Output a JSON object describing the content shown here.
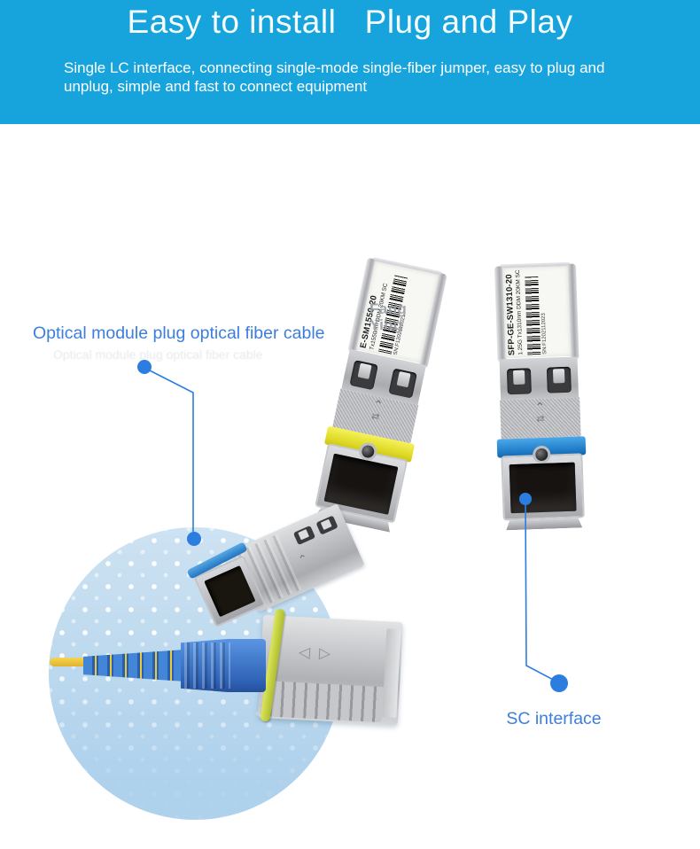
{
  "header": {
    "title": "Easy to install   Plug and Play",
    "subtitle": "Single LC interface, connecting single-mode single-fiber jumper, easy to plug and unplug, simple and fast to connect equipment",
    "background_color": "#17a3dc",
    "text_color": "#ffffff"
  },
  "annotations": {
    "left_label": "Optical module plug optical fiber cable",
    "right_label": "SC interface",
    "label_color": "#3c7edc",
    "leader_color": "#2b7de0"
  },
  "modules": {
    "left": {
      "model": "E-SM1550-20",
      "spec": "Tx1550nm DDM 20KM SC",
      "serial": "SN:F1202112021",
      "clip_color": "#ddd723",
      "watermark": "Fang Ying"
    },
    "right": {
      "model": "SFP-GE-SW1310-20",
      "spec": "1.25G Tx1310nm DDM 20KM SC",
      "serial": "SN:F1202112023",
      "clip_color": "#1f7cc8"
    }
  },
  "inset_photo": {
    "circle_color": "#bdd9ee",
    "contents": [
      "sfp-module",
      "sc-connector",
      "fiber-cable"
    ]
  }
}
